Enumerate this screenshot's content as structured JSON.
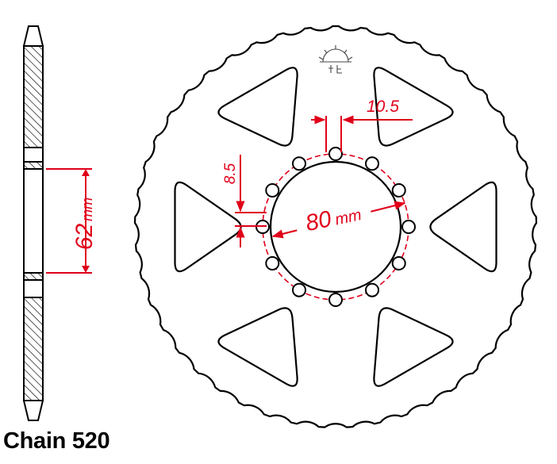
{
  "diagram": {
    "chain_label": "Chain 520",
    "dimensions": {
      "hub_height": "62",
      "hub_height_unit": "mm",
      "bolt_circle": "80",
      "bolt_circle_unit": "mm",
      "bolt_hole": "8.5",
      "web_width": "10.5"
    },
    "sprocket": {
      "teeth": 45,
      "bolt_holes": 12,
      "cutouts": 6
    },
    "colors": {
      "outline": "#000000",
      "dimension": "#e0001a",
      "hatch": "#000000"
    },
    "icons": [
      "sprocket-logo-icon"
    ]
  }
}
